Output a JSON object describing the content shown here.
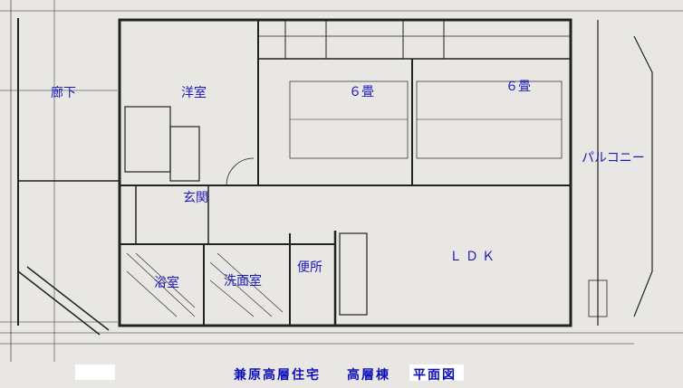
{
  "rooms": {
    "corridor": "廊下",
    "western_room": "洋室",
    "tatami_1": "６畳",
    "tatami_2": "６畳",
    "balcony": "パルコニー",
    "entrance": "玄関",
    "ldk": "ＬＤＫ",
    "bathroom": "浴室",
    "washroom": "洗面室",
    "toilet": "便所"
  },
  "title": {
    "building": "兼原高層住宅",
    "wing": "高層棟",
    "drawing": "平面図"
  },
  "colors": {
    "label": "#1a1ab8",
    "line": "#222222",
    "paper": "#e9e7e4"
  }
}
